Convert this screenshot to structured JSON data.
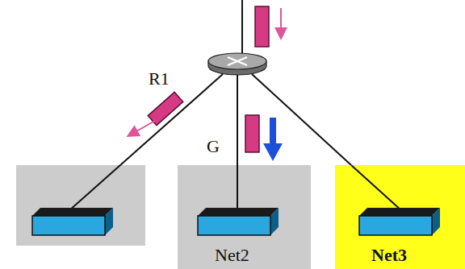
{
  "diagram": {
    "nodes": [
      {
        "text": [
          "R1"
        ]
      },
      {
        "text": [
          "Net2"
        ]
      },
      {
        "text": [
          "Net3"
        ]
      }
    ],
    "edges": [
      {
        "from": 0,
        "to": 1,
        "arrow": "none",
        "label": "G"
      },
      {
        "from": 0,
        "to": 2,
        "arrow": "none"
      }
    ]
  }
}
